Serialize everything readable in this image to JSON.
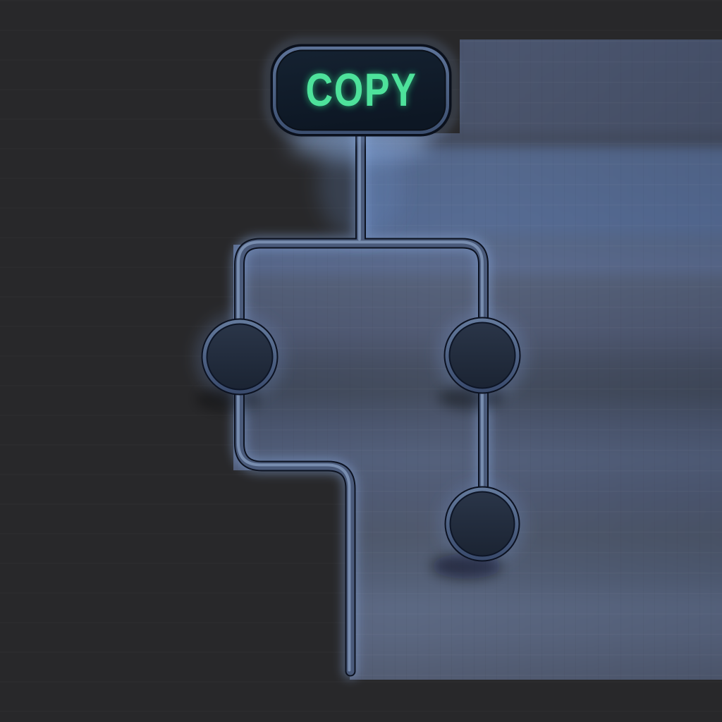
{
  "button": {
    "label": "COPY"
  },
  "palette": {
    "canvas_dark": "#28282a",
    "glow_blue_mid": "#4f5c78",
    "pipe_outline": "#0c1220",
    "pipe_body": "#4a5a7a",
    "pipe_highlight": "#8096b8",
    "node_ring_top": "#647a9c",
    "node_ring_bottom": "#394a6c",
    "node_disc_top": "#2a3548",
    "node_disc_bottom": "#1b2433",
    "button_ring_top": "#5d7398",
    "button_ring_bottom": "#3c4f70",
    "button_face_top": "#152231",
    "button_face_bottom": "#0d1724",
    "label_green": "#4ee29b"
  },
  "diagram": {
    "branch_count": 2,
    "nodes": [
      "left",
      "right-top",
      "right-bottom"
    ],
    "left_branch_end": "rounded-cap"
  }
}
